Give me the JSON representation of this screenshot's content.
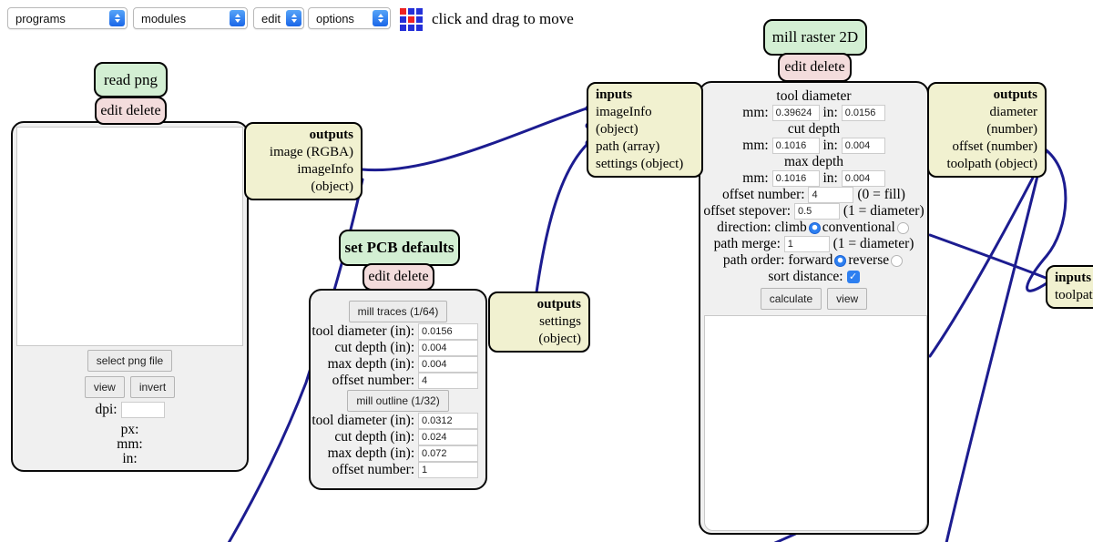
{
  "toolbar": {
    "dropdowns": [
      {
        "label": "programs"
      },
      {
        "label": "modules"
      },
      {
        "label": "edit"
      },
      {
        "label": "options"
      }
    ],
    "hint": "click and drag to move"
  },
  "modules": {
    "read_png": {
      "title": "read png",
      "actions": "edit delete",
      "buttons": {
        "select": "select png file",
        "view": "view",
        "invert": "invert"
      },
      "fields": {
        "dpi_label": "dpi:",
        "dpi_value": "",
        "px_label": "px:",
        "mm_label": "mm:",
        "in_label": "in:"
      },
      "outputs": {
        "header": "outputs",
        "items": [
          "image (RGBA)",
          "imageInfo (object)"
        ]
      }
    },
    "set_pcb": {
      "title": "set PCB defaults",
      "actions": "edit delete",
      "groups": [
        {
          "button": "mill traces (1/64)",
          "rows": [
            {
              "label": "tool diameter (in):",
              "value": "0.0156"
            },
            {
              "label": "cut depth (in):",
              "value": "0.004"
            },
            {
              "label": "max depth (in):",
              "value": "0.004"
            },
            {
              "label": "offset number:",
              "value": "4"
            }
          ]
        },
        {
          "button": "mill outline (1/32)",
          "rows": [
            {
              "label": "tool diameter (in):",
              "value": "0.0312"
            },
            {
              "label": "cut depth (in):",
              "value": "0.024"
            },
            {
              "label": "max depth (in):",
              "value": "0.072"
            },
            {
              "label": "offset number:",
              "value": "1"
            }
          ]
        }
      ],
      "outputs": {
        "header": "outputs",
        "items": [
          "settings (object)"
        ]
      }
    },
    "mill_raster": {
      "title": "mill raster 2D",
      "actions": "edit delete",
      "inputs": {
        "header": "inputs",
        "items": [
          "imageInfo (object)",
          "path (array)",
          "settings (object)"
        ]
      },
      "outputs": {
        "header": "outputs",
        "items": [
          "diameter (number)",
          "offset (number)",
          "toolpath (object)"
        ]
      },
      "tool_diameter": {
        "heading": "tool diameter",
        "mm_label": "mm:",
        "mm": "0.39624",
        "in_label": "in:",
        "in": "0.0156"
      },
      "cut_depth": {
        "heading": "cut depth",
        "mm_label": "mm:",
        "mm": "0.1016",
        "in_label": "in:",
        "in": "0.004"
      },
      "max_depth": {
        "heading": "max depth",
        "mm_label": "mm:",
        "mm": "0.1016",
        "in_label": "in:",
        "in": "0.004"
      },
      "offset_number": {
        "label": "offset number:",
        "value": "4",
        "note": "(0 = fill)"
      },
      "offset_stepover": {
        "label": "offset stepover:",
        "value": "0.5",
        "note": "(1 = diameter)"
      },
      "direction": {
        "label": "direction:",
        "option_a": "climb",
        "option_b": "conventional",
        "selected": "climb"
      },
      "path_merge": {
        "label": "path merge:",
        "value": "1",
        "note": "(1 = diameter)"
      },
      "path_order": {
        "label": "path order:",
        "option_a": "forward",
        "option_b": "reverse",
        "selected": "forward"
      },
      "sort_distance": {
        "label": "sort distance:",
        "checked": "✓"
      },
      "buttons": {
        "calculate": "calculate",
        "view": "view"
      }
    },
    "right_input": {
      "header": "inputs",
      "items": [
        "toolpath"
      ]
    }
  },
  "colors": {
    "wire": "#1c1c90",
    "title_green": "#d3efd3",
    "action_pink": "#f3dcdc",
    "io_yellow": "#f1f1d0",
    "accent_blue": "#2d7ff0"
  }
}
